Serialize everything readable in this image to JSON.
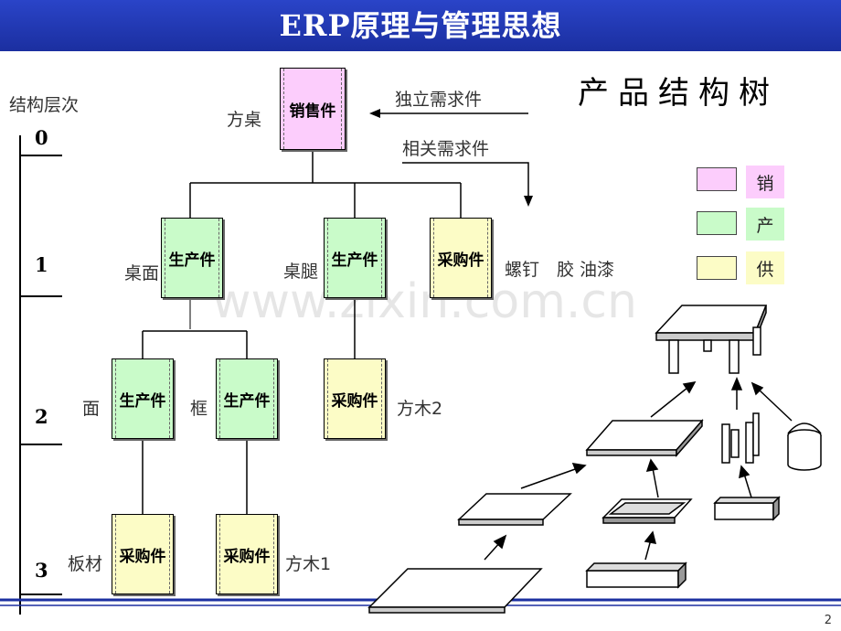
{
  "slide_title": "ERP原理与管理思想",
  "tree_title": "产品结构树",
  "level_axis": {
    "label": "结构层次",
    "levels": [
      "0",
      "1",
      "2",
      "3"
    ]
  },
  "nodes": {
    "root": "销售件",
    "l1_a": "生产件",
    "l1_b": "生产件",
    "l1_c": "采购件",
    "l2_a": "生产件",
    "l2_b": "生产件",
    "l2_c": "采购件",
    "l3_a": "采购件",
    "l3_b": "采购件"
  },
  "item_labels": {
    "root": "方桌",
    "l1_a": "桌面",
    "l1_b": "桌腿",
    "l1_c": "螺钉　胶 油漆",
    "l2_a": "面",
    "l2_b": "框",
    "l2_c": "方木2",
    "l3_a": "板材",
    "l3_b": "方木1"
  },
  "annotations": {
    "independent": "独立需求件",
    "dependent": "相关需求件"
  },
  "legend": [
    {
      "label": "销",
      "color": "#fccdfc"
    },
    {
      "label": "产",
      "color": "#c9fbc9"
    },
    {
      "label": "供",
      "color": "#fcfcc6"
    }
  ],
  "watermark": "www.zixin.com.cn",
  "page_number": "2"
}
